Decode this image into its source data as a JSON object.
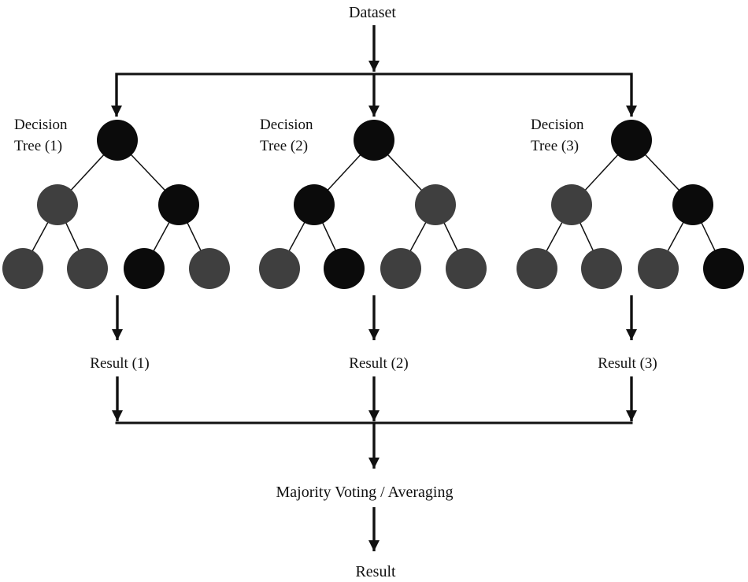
{
  "diagram": {
    "dataset_label": "Dataset",
    "voting_label": "Majority Voting / Averaging",
    "final_result_label": "Result"
  },
  "trees": [
    {
      "label_line1": "Decision",
      "label_line2": "Tree (1)",
      "result_label": "Result (1)",
      "nodes": {
        "root": "black",
        "level2": [
          "gray",
          "black"
        ],
        "leaves": [
          "gray",
          "gray",
          "black",
          "gray"
        ]
      }
    },
    {
      "label_line1": "Decision",
      "label_line2": "Tree (2)",
      "result_label": "Result (2)",
      "nodes": {
        "root": "black",
        "level2": [
          "black",
          "gray"
        ],
        "leaves": [
          "gray",
          "black",
          "gray",
          "gray"
        ]
      }
    },
    {
      "label_line1": "Decision",
      "label_line2": "Tree (3)",
      "result_label": "Result (3)",
      "nodes": {
        "root": "black",
        "level2": [
          "gray",
          "black"
        ],
        "leaves": [
          "gray",
          "gray",
          "gray",
          "black"
        ]
      }
    }
  ],
  "colors": {
    "node_black": "#0b0b0b",
    "node_gray": "#3f3f3f",
    "line": "#111111",
    "text": "#111111",
    "background": "#ffffff"
  }
}
